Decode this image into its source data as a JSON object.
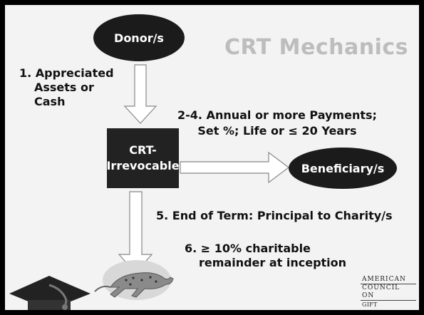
{
  "slide": {
    "title": "CRT Mechanics",
    "donor_label": "Donor/s",
    "crt_line1": "CRT-",
    "crt_line2": "Irrevocable",
    "beneficiary_label": "Beneficiary/s",
    "step1_line1": "1.  Appreciated",
    "step1_line2": "Assets or",
    "step1_line3": "Cash",
    "step24_line1": "2-4. Annual or more Payments;",
    "step24_line2": "Set %; Life or",
    "step24_le_symbol": "≤",
    "step24_tail": " 20 Years",
    "step5": "5. End of Term: Principal to Charity/s",
    "step6_line1_prefix": "6. ",
    "step6_ge_symbol": "≥",
    "step6_line1_rest": " 10% charitable",
    "step6_line2": "remainder at inception",
    "logo_line1": "AMERICAN",
    "logo_line2": "COUNCIL ON",
    "logo_line3": "GIFT ANNUITIES"
  },
  "colors": {
    "dark_shape": "#1b1b1b",
    "title_gray": "#bdbdbd",
    "background": "#f3f3f3"
  },
  "icons": [
    "graduation-cap-icon",
    "cheetah-icon"
  ]
}
